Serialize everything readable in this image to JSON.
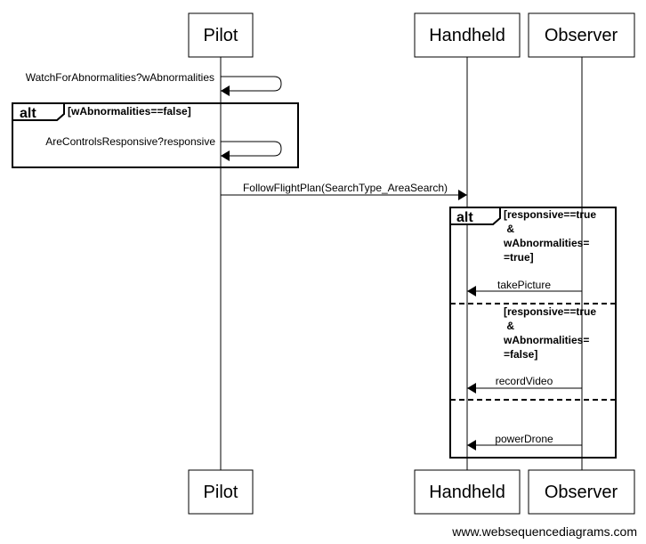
{
  "actors": [
    "Pilot",
    "Handheld",
    "Observer"
  ],
  "messages": {
    "watch": "WatchForAbnormalities?wAbnormalities",
    "controls": "AreControlsResponsive?responsive",
    "follow": "FollowFlightPlan(SearchType_AreaSearch)",
    "take_picture": "takePicture",
    "record_video": "recordVideo",
    "power_drone": "powerDrone"
  },
  "frames": {
    "alt1": {
      "label": "alt",
      "guard": "[wAbnormalities==false]"
    },
    "alt2": {
      "label": "alt",
      "guard1": [
        "[responsive==true",
        " &",
        "wAbnormalities=",
        "=true]"
      ],
      "guard2": [
        "[responsive==true",
        " &",
        "wAbnormalities=",
        "=false]"
      ]
    }
  },
  "footer": "www.websequencediagrams.com"
}
